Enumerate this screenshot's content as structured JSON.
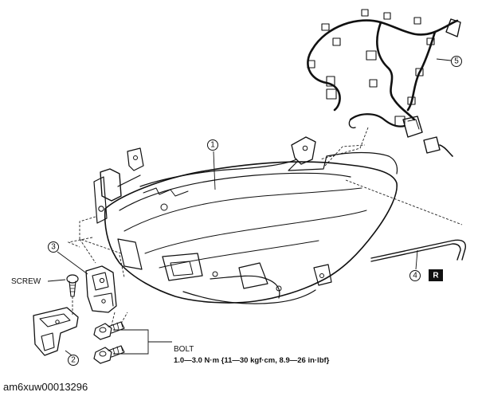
{
  "callouts": {
    "c1": "1",
    "c2": "2",
    "c3": "3",
    "c4": "4",
    "c5": "5",
    "c4_badge": "R"
  },
  "labels": {
    "screw": "SCREW",
    "bolt": "BOLT",
    "bolt_torque": "1.0—3.0 N·m {11—30 kgf·cm, 8.9—26 in·lbf}"
  },
  "caption": "am6xuw00013296"
}
